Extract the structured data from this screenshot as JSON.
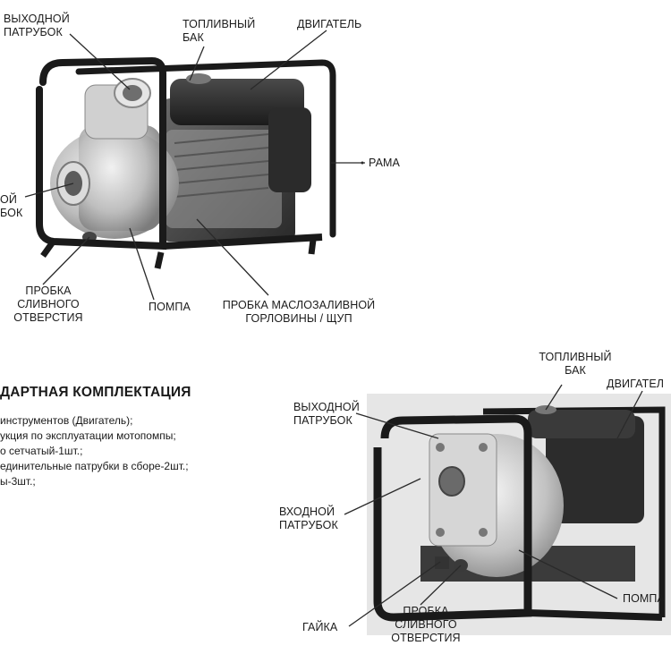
{
  "pump1": {
    "labels": {
      "outlet": [
        "ВЫХОДНОЙ",
        "ПАТРУБОК"
      ],
      "fuel_tank": [
        "ТОПЛИВНЫЙ",
        "БАК"
      ],
      "engine": "ДВИГАТЕЛЬ",
      "frame": "РАМА",
      "inlet": [
        "ОЙ",
        "БОК"
      ],
      "drain_plug": [
        "ПРОБКА",
        "СЛИВНОГО",
        "ОТВЕРСТИЯ"
      ],
      "pump": "ПОМПА",
      "oil_plug": [
        "ПРОБКА МАСЛОЗАЛИВНОЙ",
        "ГОРЛОВИНЫ / ЩУП"
      ]
    }
  },
  "kit": {
    "title": "ДАРТНАЯ КОМПЛЕКТАЦИЯ",
    "items": [
      "инструментов (Двигатель);",
      "укция по эксплуатации мотопомпы;",
      "о сетчатый-1шт.;",
      "единительные патрубки в сборе-2шт.;",
      "ы-3шт.;"
    ]
  },
  "pump2": {
    "labels": {
      "fuel_tank": [
        "ТОПЛИВНЫЙ",
        "БАК"
      ],
      "engine": "ДВИГАТЕЛ",
      "outlet": [
        "ВЫХОДНОЙ",
        "ПАТРУБОК"
      ],
      "inlet": [
        "ВХОДНОЙ",
        "ПАТРУБОК"
      ],
      "pump": "ПОМПА",
      "nut": "ГАЙКА",
      "drain_plug": [
        "ПРОБКА",
        "СЛИВНОГО",
        "ОТВЕРСТИЯ"
      ]
    }
  }
}
